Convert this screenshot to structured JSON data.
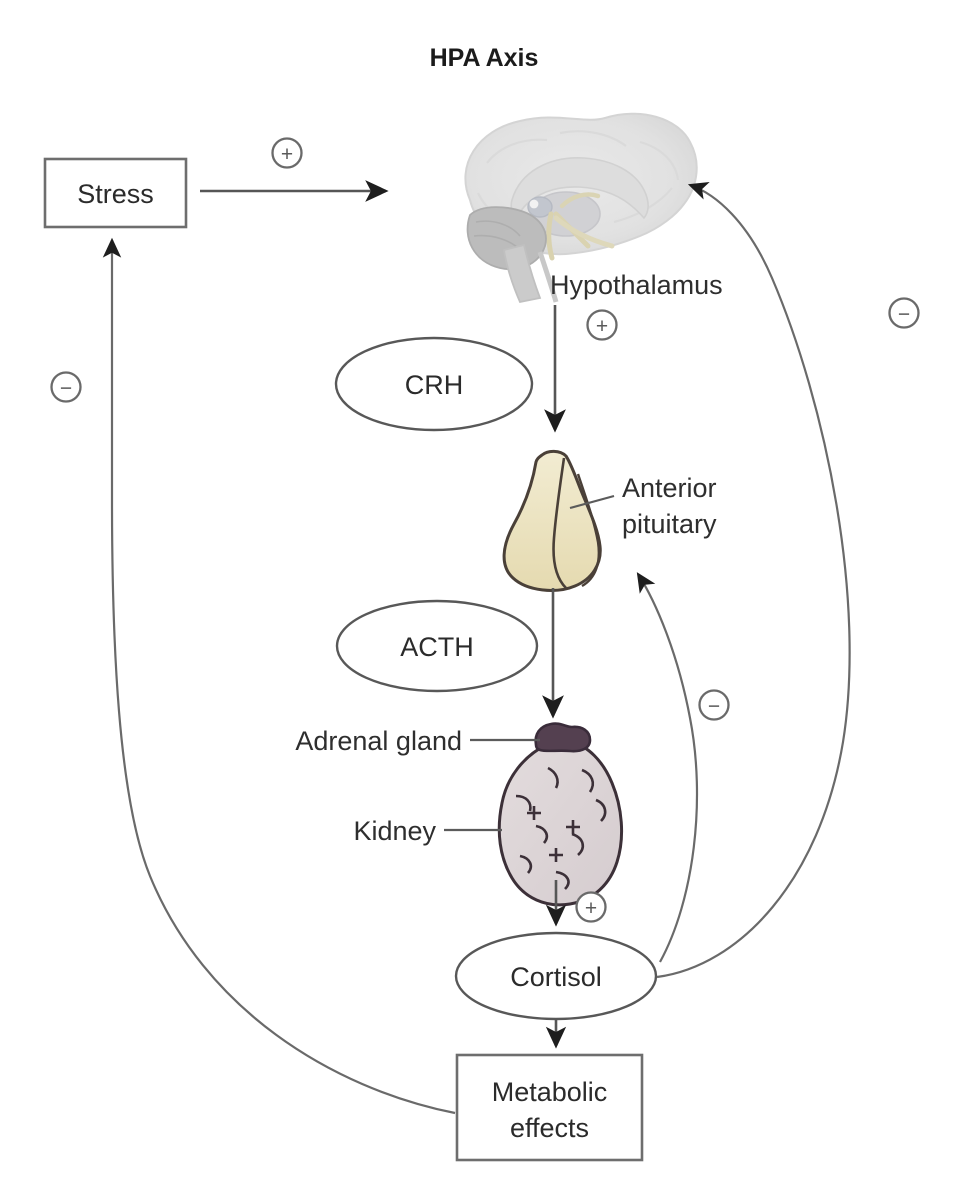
{
  "title": "HPA Axis",
  "nodes": {
    "stress": {
      "label": "Stress",
      "shape": "rectangle"
    },
    "hypothalamus": {
      "label": "Hypothalamus",
      "shape": "anatomical-brain"
    },
    "crh": {
      "label": "CRH",
      "shape": "ellipse"
    },
    "anterior_pituitary": {
      "label": "Anterior\npituitary",
      "line1": "Anterior",
      "line2": "pituitary",
      "shape": "anatomical-pituitary"
    },
    "acth": {
      "label": "ACTH",
      "shape": "ellipse"
    },
    "adrenal_gland": {
      "label": "Adrenal gland",
      "shape": "anatomical-adrenal"
    },
    "kidney": {
      "label": "Kidney",
      "shape": "anatomical-kidney"
    },
    "cortisol": {
      "label": "Cortisol",
      "shape": "ellipse"
    },
    "metabolic_effects": {
      "label": "Metabolic effects",
      "line1": "Metabolic",
      "line2": "effects",
      "shape": "rectangle"
    }
  },
  "signs": {
    "stress_to_brain": "+",
    "hypothalamus_to_pituitary": "+",
    "adrenal_to_cortisol": "+",
    "cortisol_to_pituitary": "−",
    "cortisol_to_brain": "−",
    "metabolic_to_stress": "−"
  },
  "edges": [
    {
      "from": "stress",
      "to": "hypothalamus",
      "sign": "+"
    },
    {
      "from": "hypothalamus",
      "to": "anterior_pituitary",
      "sign": "+",
      "mediator": "CRH"
    },
    {
      "from": "anterior_pituitary",
      "to": "adrenal_gland",
      "sign": "",
      "mediator": "ACTH"
    },
    {
      "from": "adrenal_gland",
      "to": "cortisol",
      "sign": "+"
    },
    {
      "from": "cortisol",
      "to": "metabolic_effects",
      "sign": ""
    },
    {
      "from": "cortisol",
      "to": "anterior_pituitary",
      "sign": "−"
    },
    {
      "from": "cortisol",
      "to": "hypothalamus",
      "sign": "−"
    },
    {
      "from": "metabolic_effects",
      "to": "stress",
      "sign": "−"
    }
  ],
  "colors": {
    "line": "#565656",
    "text": "#2b2b2b",
    "pituitary_fill": "#ece4c0",
    "kidney_fill": "#ded6d8",
    "adrenal_fill": "#544050",
    "brain_fill": "#e2e2e2",
    "background": "#ffffff"
  }
}
